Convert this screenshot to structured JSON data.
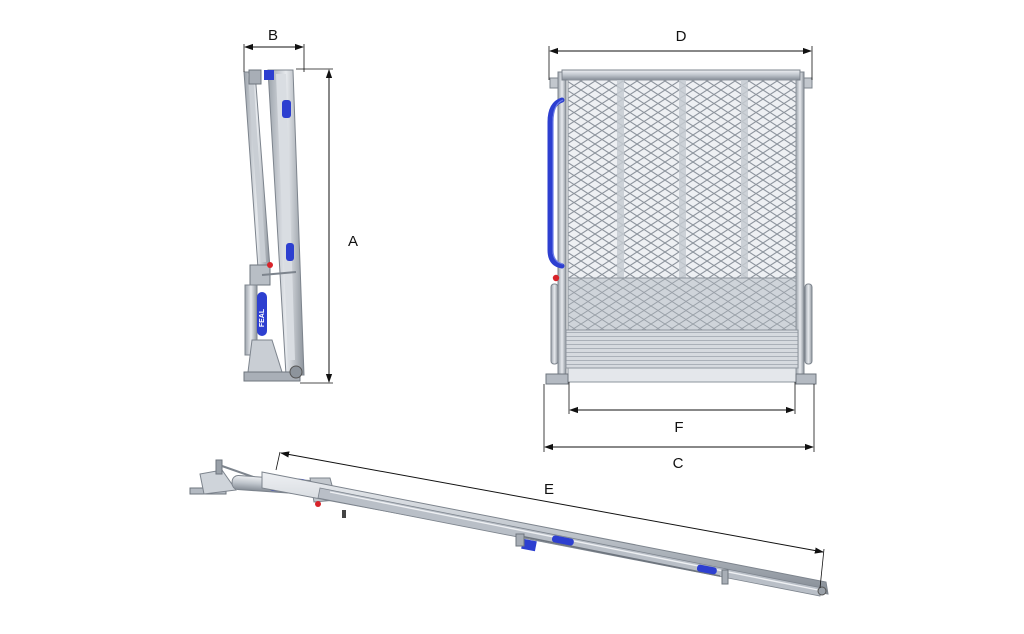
{
  "diagram": {
    "dimension_labels": {
      "A": "A",
      "B": "B",
      "C": "C",
      "D": "D",
      "E": "E",
      "F": "F"
    },
    "brand_mark": "FEAL",
    "colors": {
      "metal_light": "#dfe3e8",
      "metal_mid": "#b9bfc7",
      "metal_dark": "#7d848d",
      "accent_blue": "#2d3fd0",
      "red_knob": "#d8232a",
      "dimension_line": "#111111"
    }
  }
}
